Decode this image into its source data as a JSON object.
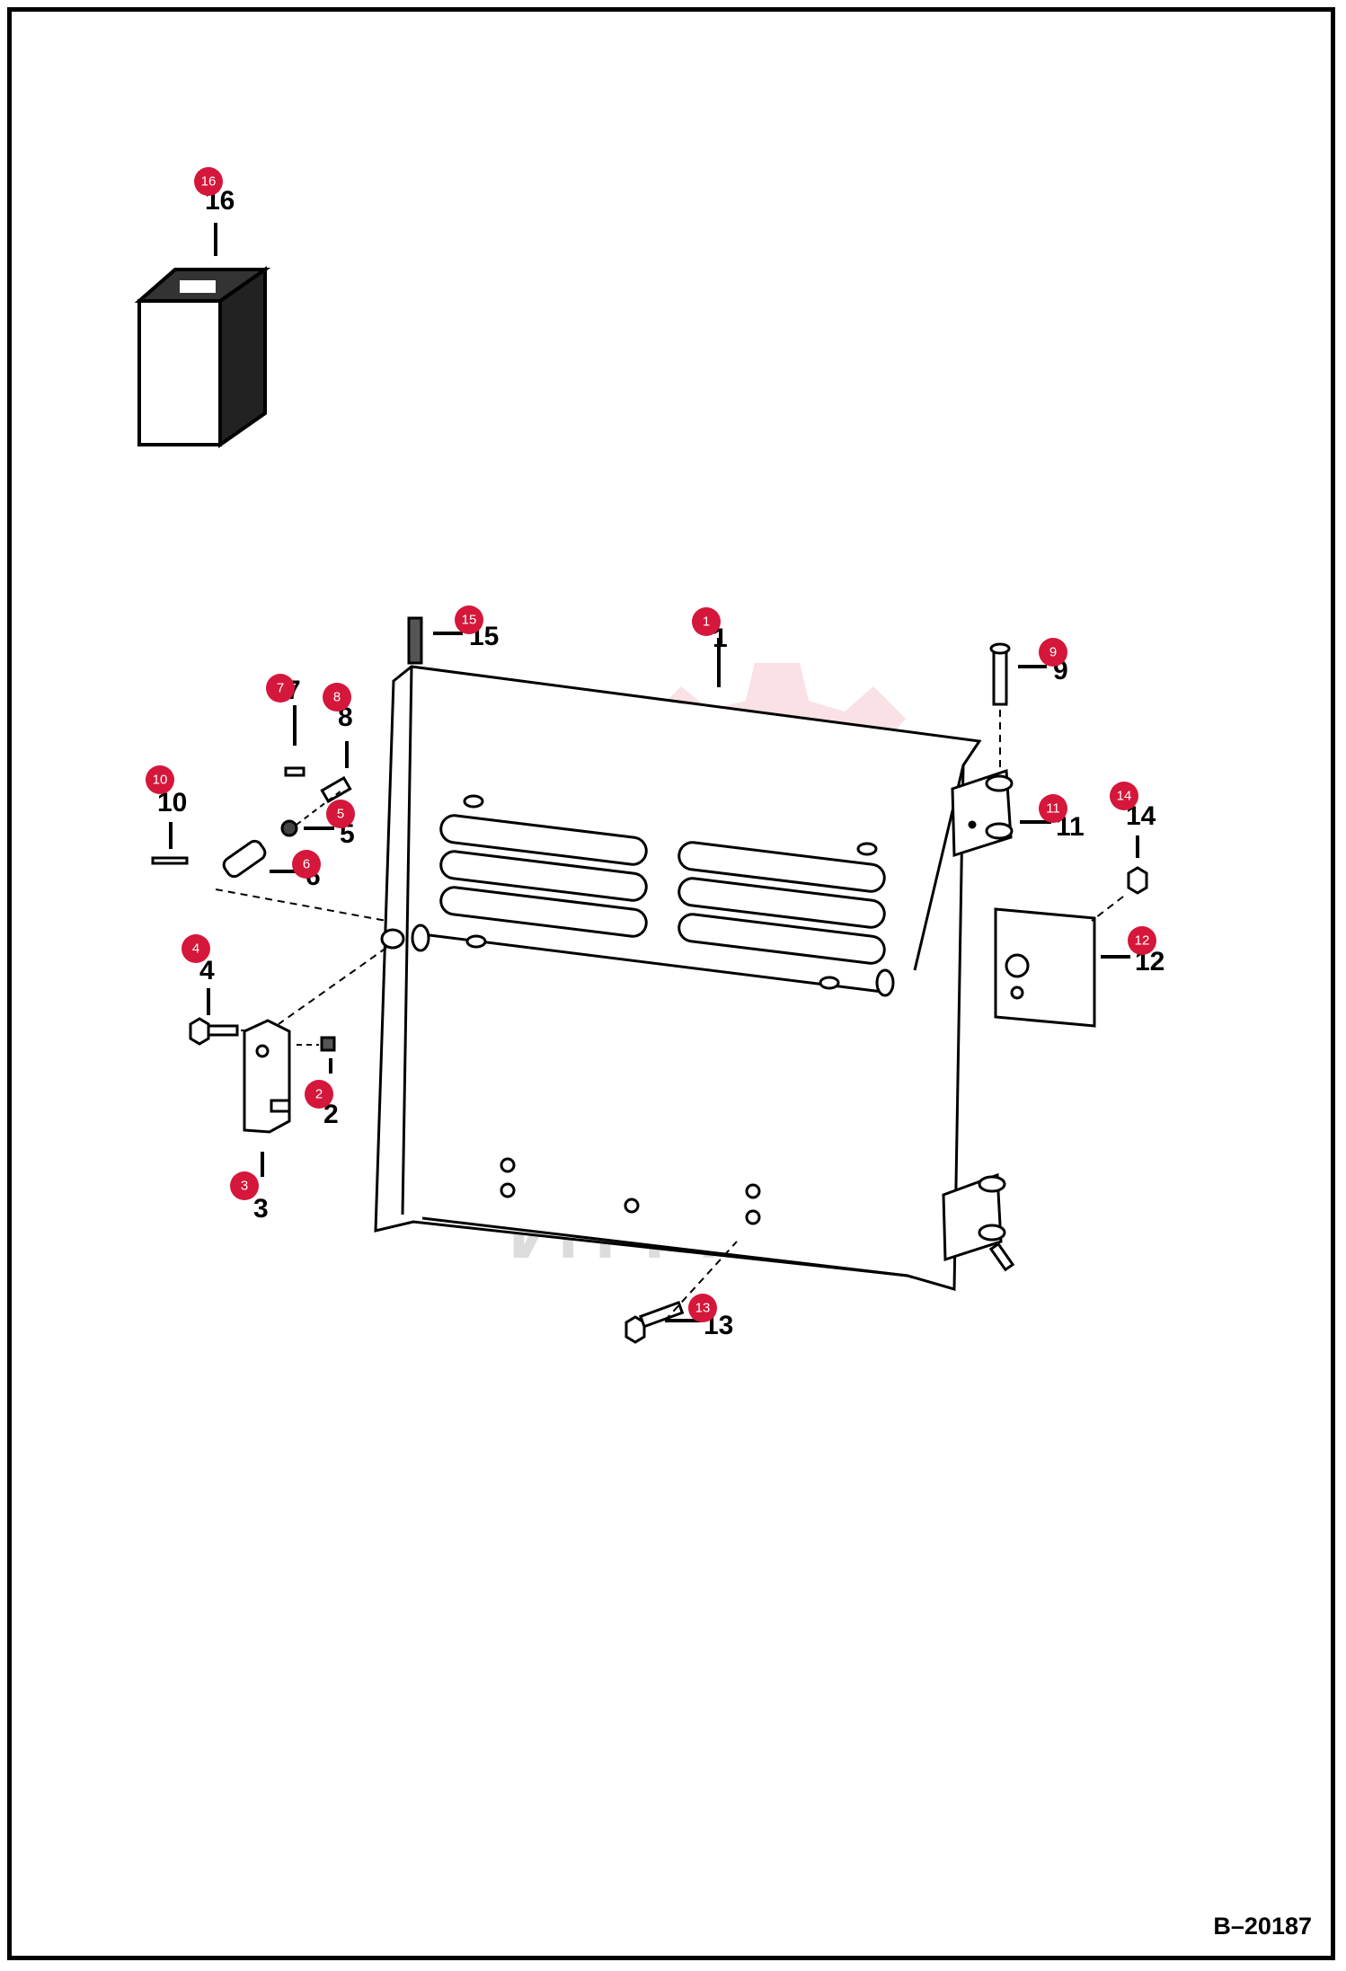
{
  "diagram": {
    "drawing_number": "B–20187",
    "watermark_text": "ИНТЕХ",
    "accent_color": "#d4173a",
    "parts": [
      {
        "id": "1",
        "label": "1"
      },
      {
        "id": "2",
        "label": "2"
      },
      {
        "id": "3",
        "label": "3"
      },
      {
        "id": "4",
        "label": "4"
      },
      {
        "id": "5",
        "label": "5"
      },
      {
        "id": "6",
        "label": "6"
      },
      {
        "id": "7",
        "label": "7"
      },
      {
        "id": "8",
        "label": "8"
      },
      {
        "id": "9",
        "label": "9"
      },
      {
        "id": "10",
        "label": "10"
      },
      {
        "id": "11",
        "label": "11"
      },
      {
        "id": "12",
        "label": "12"
      },
      {
        "id": "13",
        "label": "13"
      },
      {
        "id": "14",
        "label": "14"
      },
      {
        "id": "15",
        "label": "15"
      },
      {
        "id": "16",
        "label": "16"
      }
    ]
  }
}
